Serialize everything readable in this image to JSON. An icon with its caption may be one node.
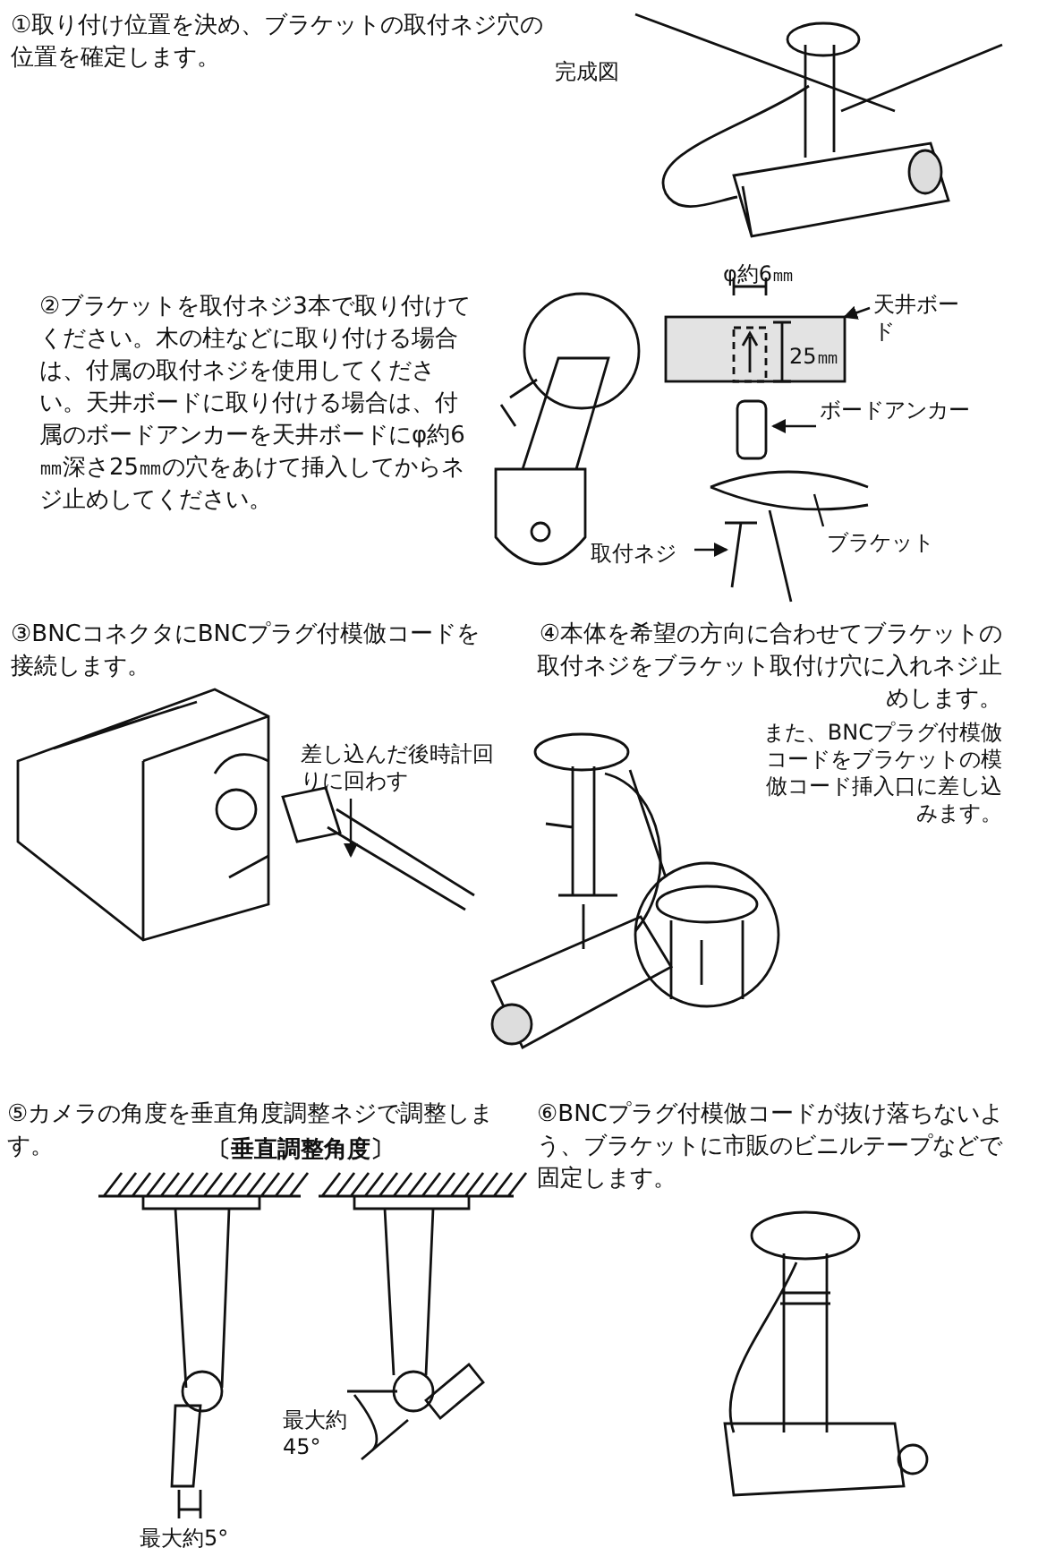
{
  "diagram": {
    "nodes": [
      {
        "text": [
          "天井ボード"
        ]
      },
      {
        "text": [
          "ボードアンカー"
        ]
      },
      {
        "text": [
          "ブラケット"
        ]
      },
      {
        "text": [
          "取付ネジ"
        ]
      },
      {
        "text": [
          "差し込んだ後時計回りに回わす"
        ]
      },
      {
        "text": [],
        "shape": "box"
      }
    ],
    "edges": [
      {
        "from": 0,
        "to": 5,
        "arrow": "to"
      },
      {
        "from": 1,
        "to": null,
        "arrow": "to"
      },
      {
        "from": 2,
        "to": null,
        "arrow": "none"
      },
      {
        "from": 3,
        "to": null,
        "arrow": "to"
      },
      {
        "from": 4,
        "to": null,
        "arrow": "to"
      }
    ],
    "labels": [
      "①取り付け位置を決め、ブラケットの取付ネジ穴の位置を確定します。",
      "完成図",
      "②ブラケットを取付ネジ3本で取り付けてください。木の柱などに取り付ける場合は、付属の取付ネジを使用してください。天井ボードに取り付ける場合は、付属のボードアンカーを天井ボードにφ約6㎜深さ25㎜の穴をあけて挿入してからネジ止めしてください。",
      "φ約6㎜",
      "25㎜",
      "③BNCコネクタにBNCプラグ付模倣コードを接続します。",
      "④本体を希望の方向に合わせてブラケットの取付ネジをブラケット取付け穴に入れネジ止めします。",
      "また、BNCプラグ付模倣コードをブラケットの模倣コード挿入口に差し込みます。",
      "⑤カメラの角度を垂直角度調整ネジで調整します。",
      "〔垂直調整角度〕",
      "最大約45°",
      "最大約5°",
      "⑥BNCプラグ付模倣コードが抜け落ちないよう、ブラケットに市販のビニルテープなどで固定します。"
    ]
  }
}
